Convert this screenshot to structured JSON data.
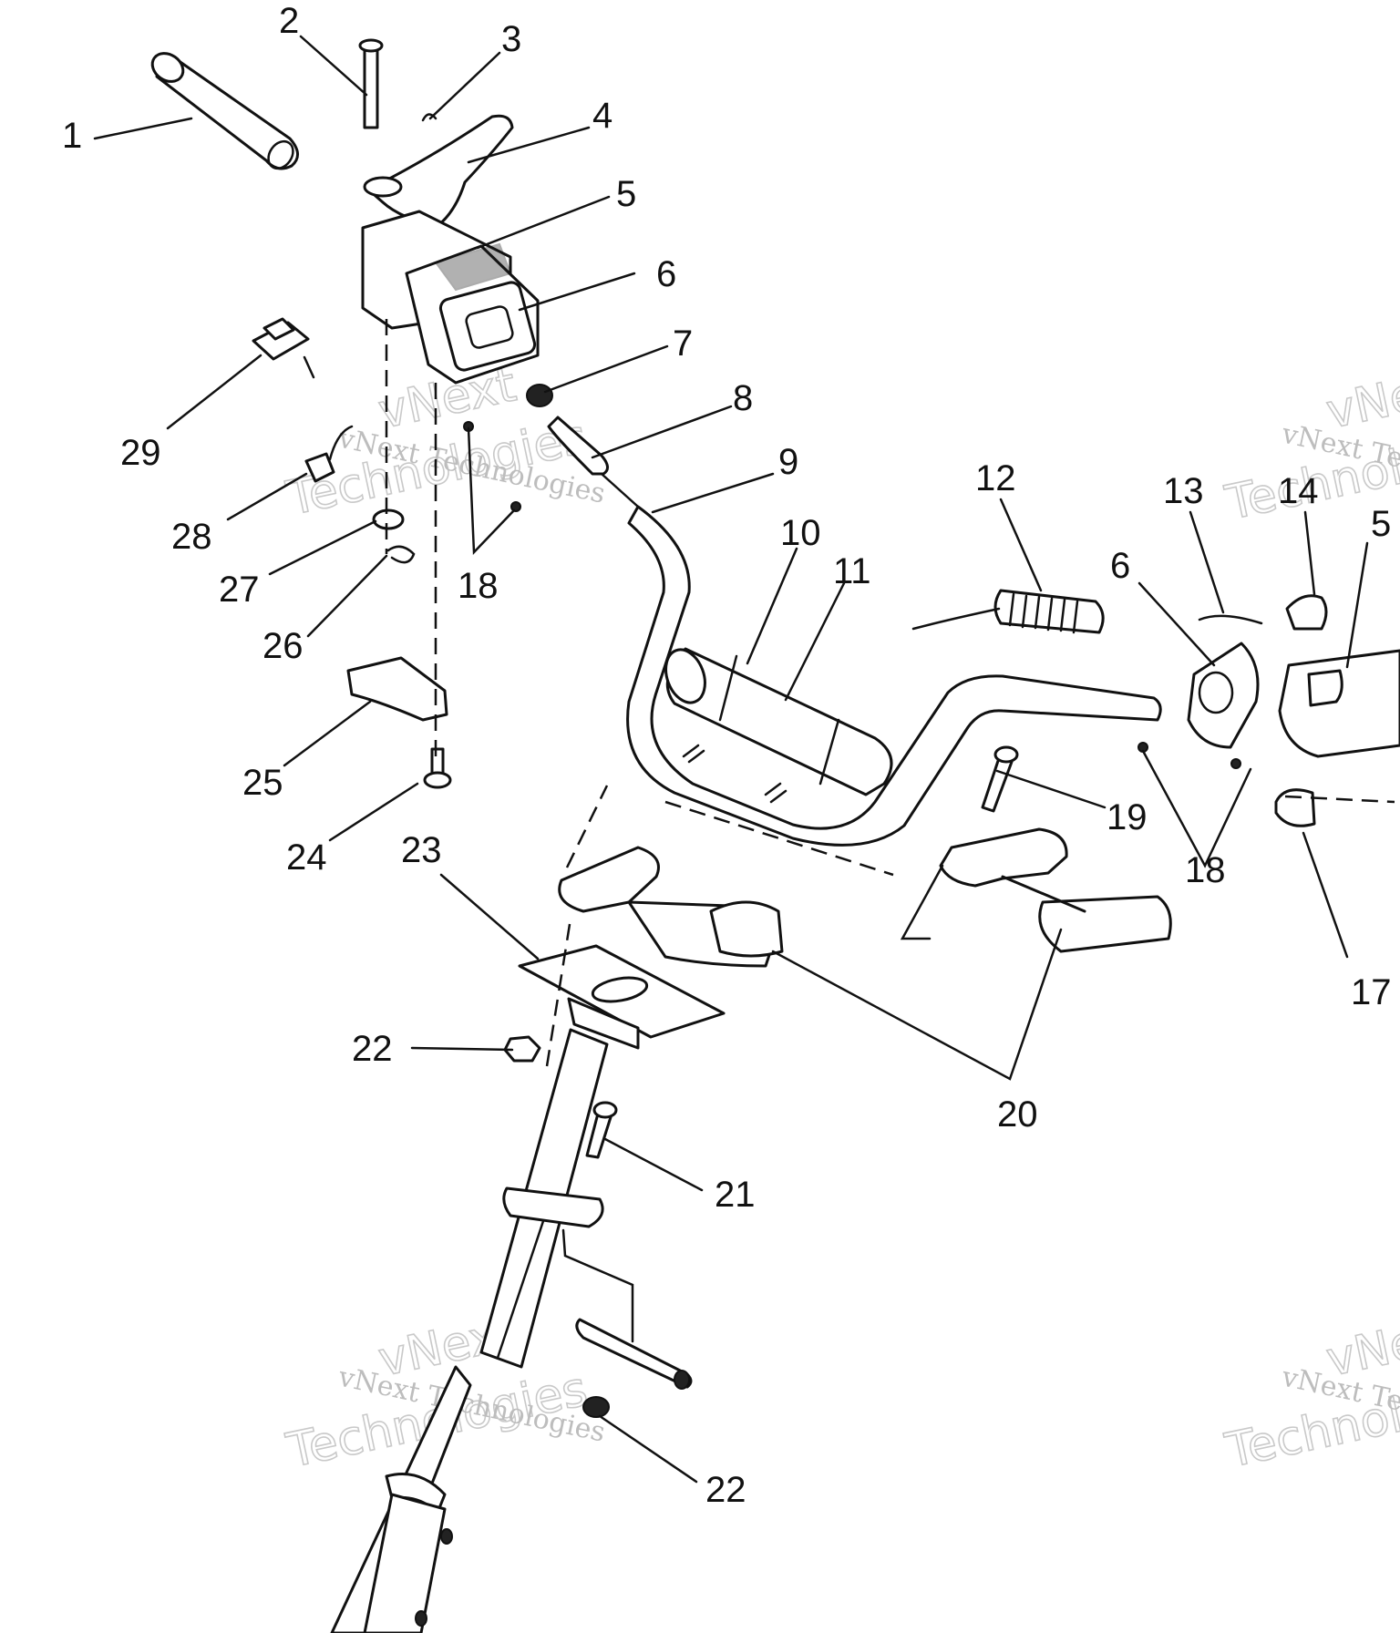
{
  "callouts": [
    "1",
    "2",
    "3",
    "4",
    "5",
    "6",
    "7",
    "8",
    "9",
    "10",
    "11",
    "12",
    "13",
    "14",
    "5",
    "6",
    "18",
    "19",
    "18",
    "17",
    "20",
    "21",
    "22",
    "22",
    "23",
    "24",
    "25",
    "26",
    "27",
    "28",
    "29"
  ],
  "watermark": {
    "line1": "vNext Technologies",
    "line2": "vNext",
    "line3": "Technologies"
  }
}
